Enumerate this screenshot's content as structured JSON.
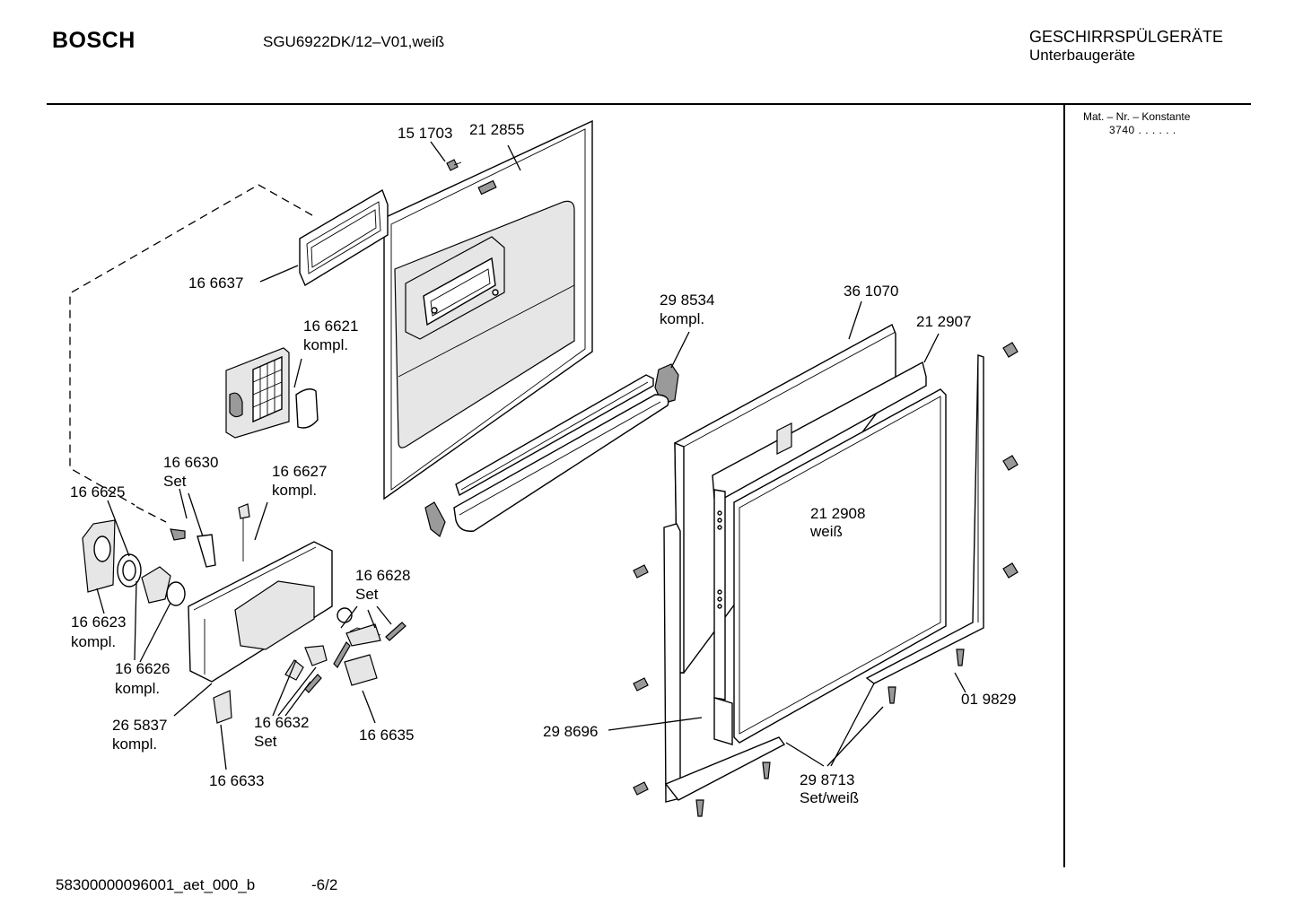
{
  "header": {
    "brand": "BOSCH",
    "model": "SGU6922DK/12–V01,weiß",
    "category_line1": "GESCHIRRSPÜLGERÄTE",
    "category_line2": "Unterbaugeräte"
  },
  "side_panel": {
    "heading": "Mat. – Nr. – Konstante",
    "value": "3740  .  .   .  .  .  ."
  },
  "footer": {
    "code": "58300000096001_aet_000_b",
    "page": "-6/2"
  },
  "labels": {
    "p151703": "15 1703",
    "p212855": "21 2855",
    "p166637": "16 6637",
    "p166621": "16 6621",
    "p166621_sub": "kompl.",
    "p298534": "29 8534",
    "p298534_sub": "kompl.",
    "p361070": "36 1070",
    "p212907": "21 2907",
    "p166630": "16 6630",
    "p166630_sub": "Set",
    "p166627": "16 6627",
    "p166627_sub": "kompl.",
    "p166625": "16 6625",
    "p212908": "21 2908",
    "p212908_sub": "weiß",
    "p166628": "16 6628",
    "p166628_sub": "Set",
    "p166623": "16 6623",
    "p166623_sub": "kompl.",
    "p166626": "16 6626",
    "p166626_sub": "kompl.",
    "p019829": "01 9829",
    "p265837": "26 5837",
    "p265837_sub": "kompl.",
    "p166632": "16 6632",
    "p166632_sub": "Set",
    "p166635": "16 6635",
    "p298696": "29 8696",
    "p166633": "16 6633",
    "p298713": "29 8713",
    "p298713_sub": "Set/weiß"
  }
}
